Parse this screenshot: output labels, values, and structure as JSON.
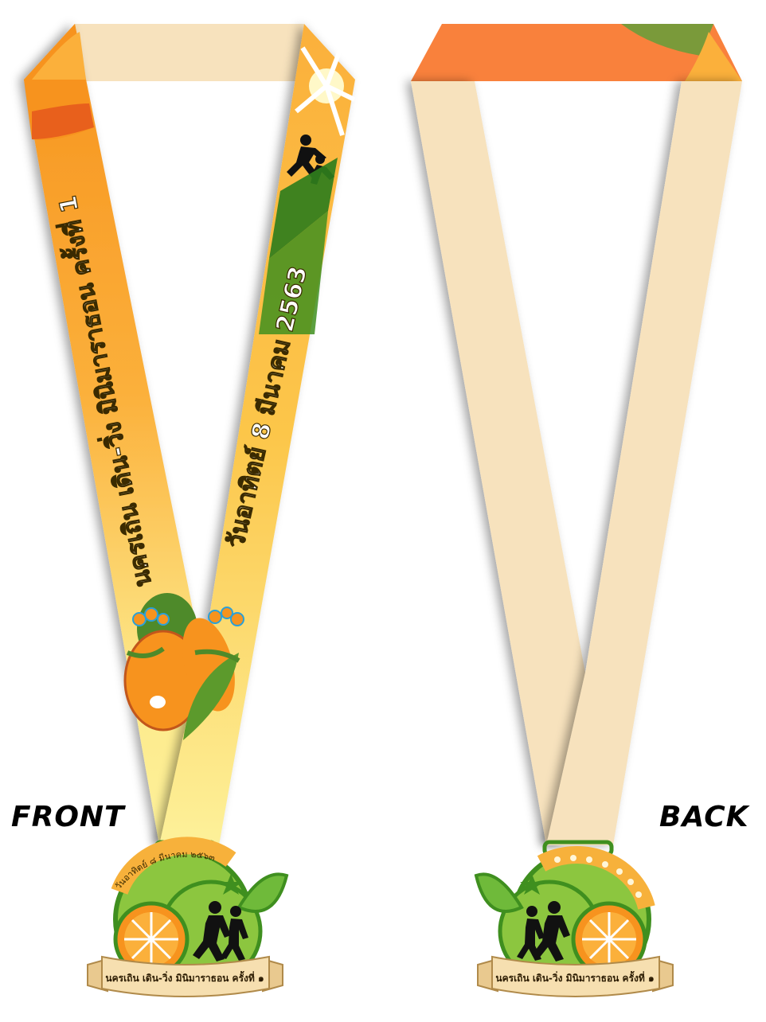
{
  "labels": {
    "front": "FRONT",
    "back": "BACK"
  },
  "front": {
    "ribbon_left_text": "นครเถิน เดิน-วิ่ง มินิมาราธอน ครั้งที่ 1",
    "ribbon_right_text": "วันอาทิตย์ 8 มีนาคม 2563",
    "medal_arc_text": "วันอาทิตย์ ๘ มีนาคม ๒๕๖๓",
    "medal_banner_text": "นครเถิน เดิน-วิ่ง มินิมาราธอน ครั้งที่ ๑"
  },
  "back": {
    "medal_banner_text": "นครเถิน เดิน-วิ่ง มินิมาราธอน ครั้งที่ ๑"
  },
  "colors": {
    "orange": "#f7931e",
    "deep_orange": "#e8601c",
    "yellow": "#fde98a",
    "green": "#3f8f1f",
    "light_green": "#8cc63f",
    "beige": "#f7e2bd",
    "banner": "#f6dfb0"
  }
}
